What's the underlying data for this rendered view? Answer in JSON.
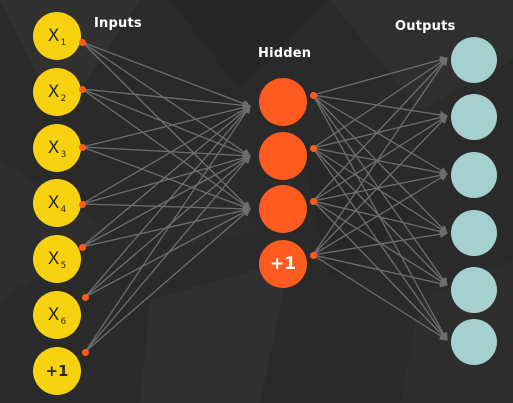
{
  "labels": {
    "inputs": "Inputs",
    "hidden": "Hidden",
    "outputs": "Outputs"
  },
  "inputs": [
    {
      "base": "X",
      "sub": "1"
    },
    {
      "base": "X",
      "sub": "2"
    },
    {
      "base": "X",
      "sub": "3"
    },
    {
      "base": "X",
      "sub": "4"
    },
    {
      "base": "X",
      "sub": "5"
    },
    {
      "base": "X",
      "sub": "6"
    },
    {
      "base": "+1",
      "sub": ""
    }
  ],
  "hidden": [
    "",
    "",
    "",
    "+1"
  ],
  "outputs": [
    "",
    "",
    "",
    "",
    "",
    ""
  ],
  "colors": {
    "background": "#2a2a2a",
    "input_node": "#f6d20f",
    "hidden_node": "#ff5a1f",
    "output_node": "#a6cfcf",
    "connector_dot": "#ff5a1f",
    "edge": "#6e6e6e"
  }
}
